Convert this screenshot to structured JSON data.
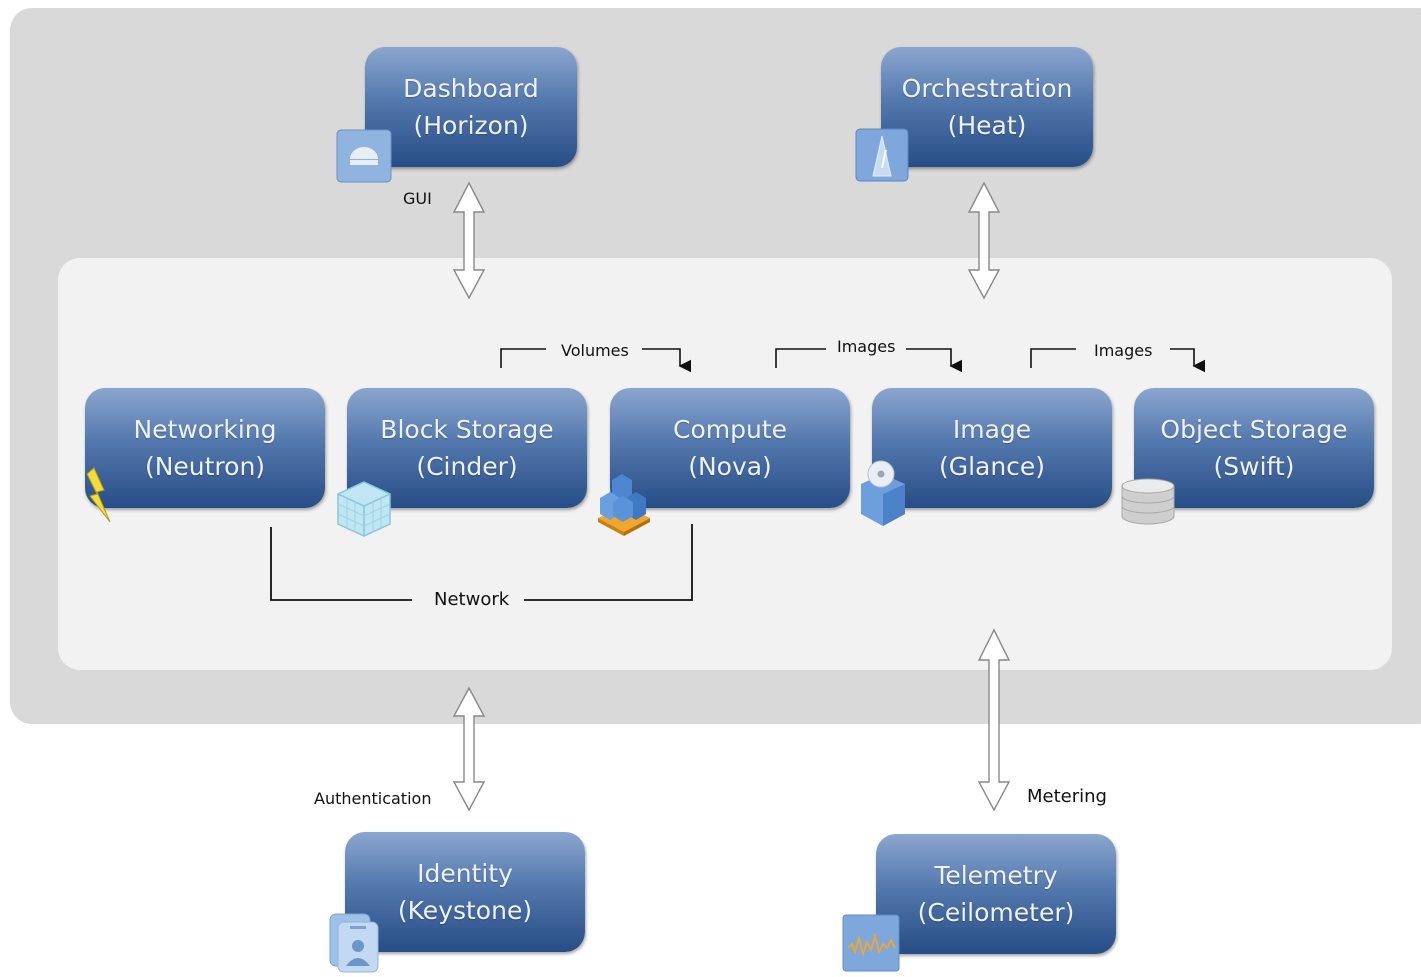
{
  "services": {
    "dashboard": {
      "name": "Dashboard",
      "project": "(Horizon)"
    },
    "orchestration": {
      "name": "Orchestration",
      "project": "(Heat)"
    },
    "networking": {
      "name": "Networking",
      "project": "(Neutron)"
    },
    "block_storage": {
      "name": "Block Storage",
      "project": "(Cinder)"
    },
    "compute": {
      "name": "Compute",
      "project": "(Nova)"
    },
    "image": {
      "name": "Image",
      "project": "(Glance)"
    },
    "object_storage": {
      "name": "Object Storage",
      "project": "(Swift)"
    },
    "identity": {
      "name": "Identity",
      "project": "(Keystone)"
    },
    "telemetry": {
      "name": "Telemetry",
      "project": "(Ceilometer)"
    }
  },
  "connections": {
    "gui": "GUI",
    "volumes": "Volumes",
    "images_compute": "Images",
    "images_storage": "Images",
    "network": "Network",
    "authentication": "Authentication",
    "metering": "Metering"
  },
  "icons": {
    "dashboard": "dashboard-icon",
    "orchestration": "metronome-icon",
    "networking": "lightning-icon",
    "block_storage": "cube-grid-icon",
    "compute": "stacked-blocks-icon",
    "image": "disc-box-icon",
    "object_storage": "database-icon",
    "identity": "id-card-icon",
    "telemetry": "waveform-icon"
  },
  "colors": {
    "outer_panel": "#d9d9d9",
    "inner_panel": "#f2f2f2",
    "service_top": "#8ba6cf",
    "service_bottom": "#274d86"
  }
}
